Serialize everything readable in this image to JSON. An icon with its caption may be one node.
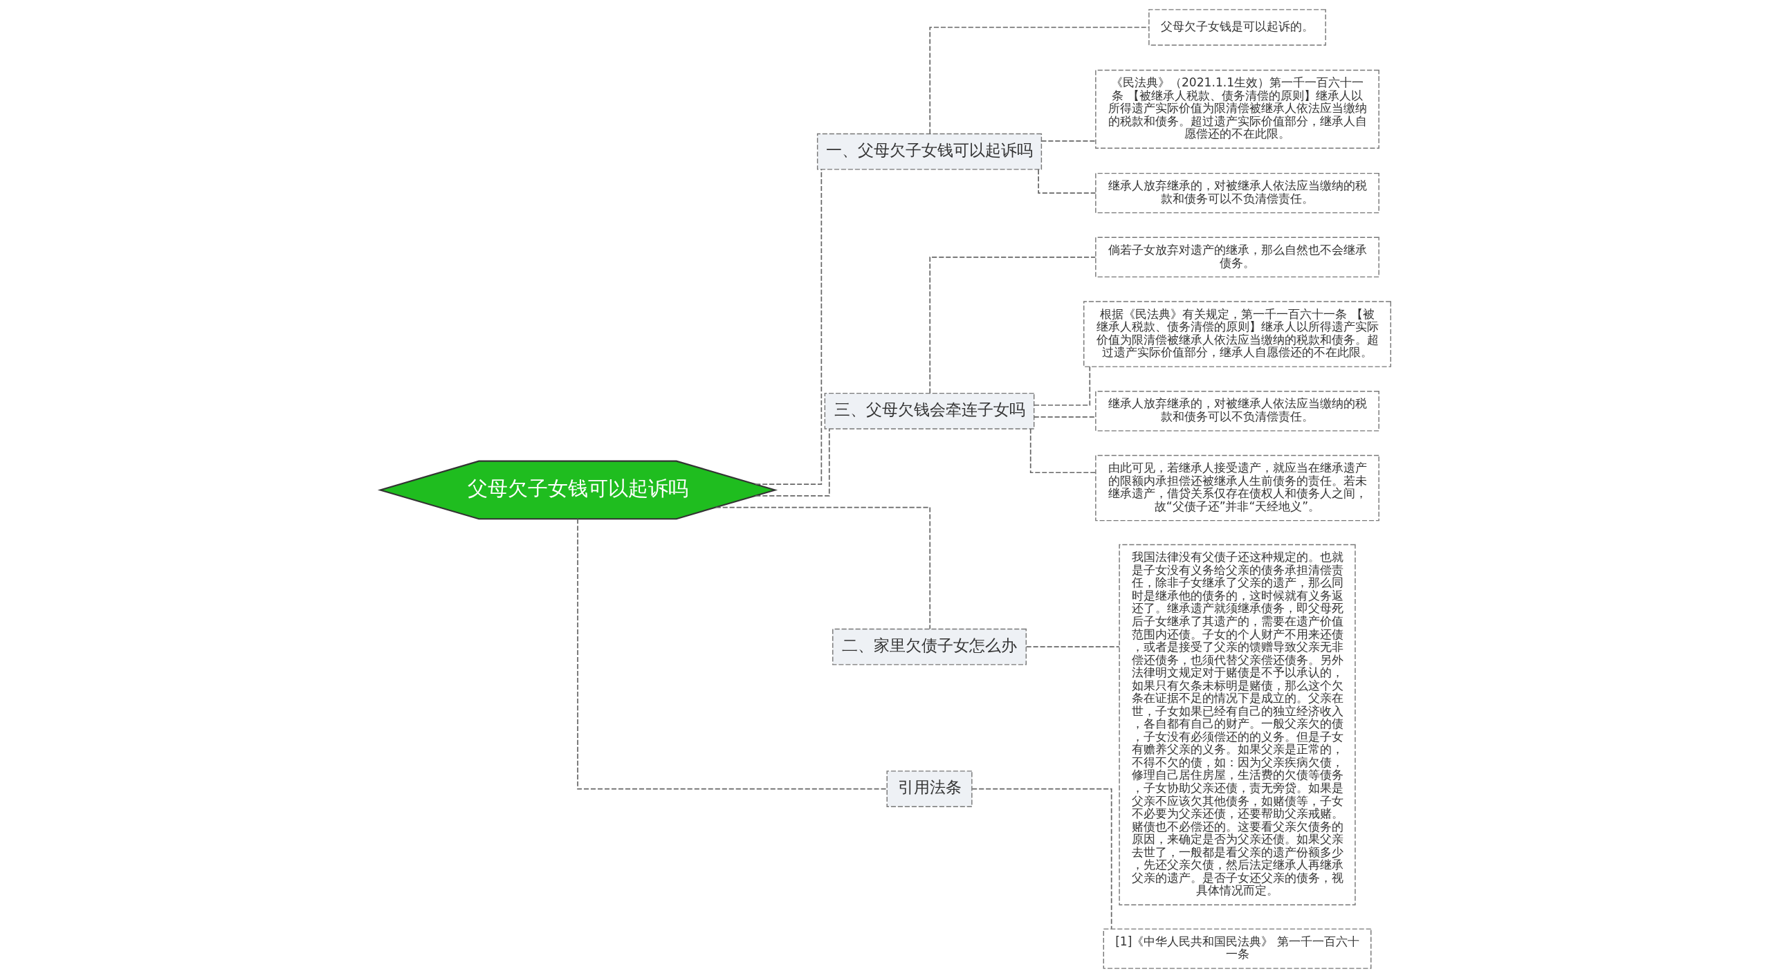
{
  "diagram": {
    "nodes": [
      {
        "text": [
          "父母欠子女钱可以起诉吗"
        ]
      },
      {
        "text": [
          "一、父母欠子女钱可以起诉吗"
        ]
      },
      {
        "text": [
          "父母欠子女钱是可以起诉的。"
        ]
      },
      {
        "text": [
          "《民法典》（2021.1.1生效）第一千一百六十一条 【被继承人税款、债务清偿的原则】继承人以所得遗产实际价值为限清偿被继承人依法应当缴纳的税款和债务。超过遗产实际价值部分，继承人自愿偿还的不在此限。"
        ]
      },
      {
        "text": [
          "继承人放弃继承的，对被继承人依法应当缴纳的税款和债务可以不负清偿责任。"
        ]
      },
      {
        "text": [
          "三、父母欠钱会牵连子女吗"
        ]
      },
      {
        "text": [
          "倘若子女放弃对遗产的继承，那么自然也不会继承债务。"
        ]
      },
      {
        "text": [
          "根据《民法典》有关规定，第一千一百六十一条 【被继承人税款、债务清偿的原则】继承人以所得遗产实际价值为限清偿被继承人依法应当缴纳的税款和债务。超过遗产实际价值部分，继承人自愿偿还的不在此限。"
        ]
      },
      {
        "text": [
          "继承人放弃继承的，对被继承人依法应当缴纳的税款和债务可以不负清偿责任。"
        ]
      },
      {
        "text": [
          "由此可见，若继承人接受遗产，就应当在继承遗产的限额内承担偿还被继承人生前债务的责任。若未继承遗产，借贷关系仅存在债权人和债务人之间，故“父债子还”并非“天经地义”。"
        ]
      },
      {
        "text": [
          "二、家里欠债子女怎么办"
        ]
      },
      {
        "text": [
          "我国法律没有父债子还这种规定的。也就是子女没有义务给父亲的债务承担清偿责任，除非子女继承了父亲的遗产，那么同时是继承他的债务的，这时候就有义务返还了。继承遗产就须继承债务，即父母死后子女继承了其遗产的，需要在遗产价值范围内还债。子女的个人财产不用来还债，或者是接受了父亲的馈赠导致父亲无非偿还债务，也须代替父亲偿还债务。另外法律明文规定对于赌债是不予以承认的，如果只有欠条未标明是赌债，那么这个欠条在证据不足的情况下是成立的。父亲在世，子女如果已经有自己的独立经济收入，各自都有自己的财产。一般父亲欠的债，子女没有必须偿还的的义务。但是子女有赡养父亲的义务。如果父亲是正常的，不得不欠的债，如：因为父亲疾病欠债，修理自己居住房屋，生活费的欠债等债务，子女协助父亲还债，责无旁贷。如果是父亲不应该欠其他债务，如赌债等，子女不必要为父亲还债，还要帮助父亲戒赌。赌债也不必偿还的。这要看父亲欠债务的原因，来确定是否为父亲还债。如果父亲去世了，一般都是看父亲的遗产份额多少，先还父亲欠债，然后法定继承人再继承父亲的遗产。是否子女还父亲的债务，视具体情况而定。"
        ]
      },
      {
        "text": [
          "引用法条"
        ]
      },
      {
        "text": [
          "[1]《中华人民共和国民法典》 第一千一百六十一条"
        ]
      }
    ],
    "edges": [
      {
        "from": 0,
        "to": 1,
        "arrow": "none"
      },
      {
        "from": 1,
        "to": 2,
        "arrow": "none"
      },
      {
        "from": 1,
        "to": 3,
        "arrow": "none"
      },
      {
        "from": 1,
        "to": 4,
        "arrow": "none"
      },
      {
        "from": 0,
        "to": 5,
        "arrow": "none"
      },
      {
        "from": 5,
        "to": 6,
        "arrow": "none"
      },
      {
        "from": 5,
        "to": 7,
        "arrow": "none"
      },
      {
        "from": 5,
        "to": 8,
        "arrow": "none"
      },
      {
        "from": 5,
        "to": 9,
        "arrow": "none"
      },
      {
        "from": 0,
        "to": 10,
        "arrow": "none"
      },
      {
        "from": 10,
        "to": 11,
        "arrow": "none"
      },
      {
        "from": 0,
        "to": 12,
        "arrow": "none"
      },
      {
        "from": 12,
        "to": 13,
        "arrow": "none"
      }
    ]
  }
}
